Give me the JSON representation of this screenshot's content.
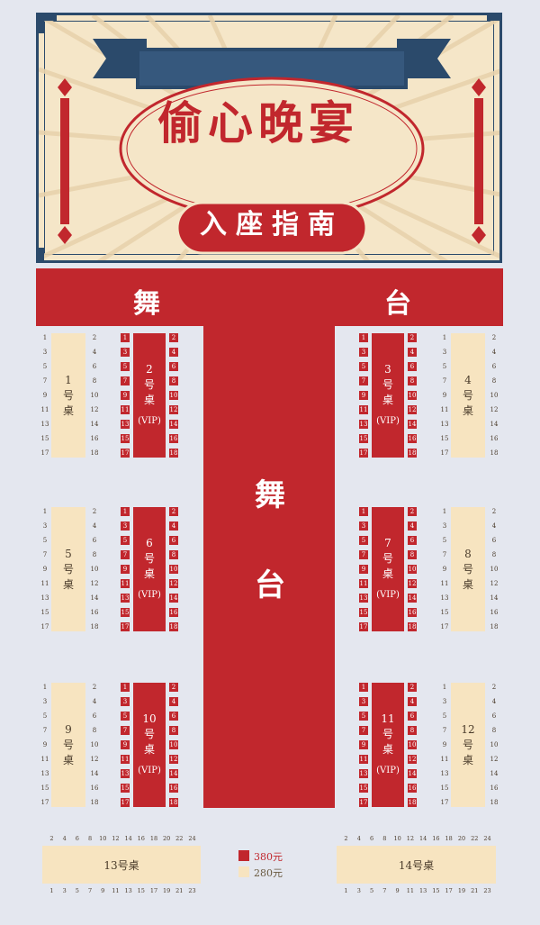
{
  "header": {
    "title": "偷心晚宴",
    "subtitle": "入座指南"
  },
  "stage": {
    "label_left": "舞",
    "label_right": "台",
    "runway_label": "舞台"
  },
  "colors": {
    "vip_red": "#c1272d",
    "regular_beige": "#f7e4c0",
    "navy": "#2b4a6b",
    "background": "#e4e7ef"
  },
  "tables": [
    {
      "id": "1",
      "number": "1",
      "suffix": "号桌",
      "vip": false,
      "seats_left": [
        "1",
        "3",
        "5",
        "7",
        "9",
        "11",
        "13",
        "15",
        "17"
      ],
      "seats_right": [
        "2",
        "4",
        "6",
        "8",
        "10",
        "12",
        "14",
        "16",
        "18"
      ]
    },
    {
      "id": "2",
      "number": "2",
      "suffix": "号桌",
      "vip": true,
      "vip_label": "(VIP)",
      "seats_left": [
        "1",
        "3",
        "5",
        "7",
        "9",
        "11",
        "13",
        "15",
        "17"
      ],
      "seats_right": [
        "2",
        "4",
        "6",
        "8",
        "10",
        "12",
        "14",
        "16",
        "18"
      ]
    },
    {
      "id": "3",
      "number": "3",
      "suffix": "号桌",
      "vip": true,
      "vip_label": "(VIP)",
      "seats_left": [
        "1",
        "3",
        "5",
        "7",
        "9",
        "11",
        "13",
        "15",
        "17"
      ],
      "seats_right": [
        "2",
        "4",
        "6",
        "8",
        "10",
        "12",
        "14",
        "16",
        "18"
      ]
    },
    {
      "id": "4",
      "number": "4",
      "suffix": "号桌",
      "vip": false,
      "seats_left": [
        "1",
        "3",
        "5",
        "7",
        "9",
        "11",
        "13",
        "15",
        "17"
      ],
      "seats_right": [
        "2",
        "4",
        "6",
        "8",
        "10",
        "12",
        "14",
        "16",
        "18"
      ]
    },
    {
      "id": "5",
      "number": "5",
      "suffix": "号桌",
      "vip": false,
      "seats_left": [
        "1",
        "3",
        "5",
        "7",
        "9",
        "11",
        "13",
        "15",
        "17"
      ],
      "seats_right": [
        "2",
        "4",
        "6",
        "8",
        "10",
        "12",
        "14",
        "16",
        "18"
      ]
    },
    {
      "id": "6",
      "number": "6",
      "suffix": "号桌",
      "vip": true,
      "vip_label": "(VIP)",
      "seats_left": [
        "1",
        "3",
        "5",
        "7",
        "9",
        "11",
        "13",
        "15",
        "17"
      ],
      "seats_right": [
        "2",
        "4",
        "6",
        "8",
        "10",
        "12",
        "14",
        "16",
        "18"
      ]
    },
    {
      "id": "7",
      "number": "7",
      "suffix": "号桌",
      "vip": true,
      "vip_label": "(VIP)",
      "seats_left": [
        "1",
        "3",
        "5",
        "7",
        "9",
        "11",
        "13",
        "15",
        "17"
      ],
      "seats_right": [
        "2",
        "4",
        "6",
        "8",
        "10",
        "12",
        "14",
        "16",
        "18"
      ]
    },
    {
      "id": "8",
      "number": "8",
      "suffix": "号桌",
      "vip": false,
      "seats_left": [
        "1",
        "3",
        "5",
        "7",
        "9",
        "11",
        "13",
        "15",
        "17"
      ],
      "seats_right": [
        "2",
        "4",
        "6",
        "8",
        "10",
        "12",
        "14",
        "16",
        "18"
      ]
    },
    {
      "id": "9",
      "number": "9",
      "suffix": "号桌",
      "vip": false,
      "seats_left": [
        "1",
        "3",
        "5",
        "7",
        "9",
        "11",
        "13",
        "15",
        "17"
      ],
      "seats_right": [
        "2",
        "4",
        "6",
        "8",
        "10",
        "12",
        "14",
        "16",
        "18"
      ]
    },
    {
      "id": "10",
      "number": "10",
      "suffix": "号桌",
      "vip": true,
      "vip_label": "(VIP)",
      "seats_left": [
        "1",
        "3",
        "5",
        "7",
        "9",
        "11",
        "13",
        "15",
        "17"
      ],
      "seats_right": [
        "2",
        "4",
        "6",
        "8",
        "10",
        "12",
        "14",
        "16",
        "18"
      ]
    },
    {
      "id": "11",
      "number": "11",
      "suffix": "号桌",
      "vip": true,
      "vip_label": "(VIP)",
      "seats_left": [
        "1",
        "3",
        "5",
        "7",
        "9",
        "11",
        "13",
        "15",
        "17"
      ],
      "seats_right": [
        "2",
        "4",
        "6",
        "8",
        "10",
        "12",
        "14",
        "16",
        "18"
      ]
    },
    {
      "id": "12",
      "number": "12",
      "suffix": "号桌",
      "vip": false,
      "seats_left": [
        "1",
        "3",
        "5",
        "7",
        "9",
        "11",
        "13",
        "15",
        "17"
      ],
      "seats_right": [
        "2",
        "4",
        "6",
        "8",
        "10",
        "12",
        "14",
        "16",
        "18"
      ]
    }
  ],
  "long_tables": [
    {
      "id": "13",
      "label": "13号桌",
      "seats_top": [
        "2",
        "4",
        "6",
        "8",
        "10",
        "12",
        "14",
        "16",
        "18",
        "20",
        "22",
        "24"
      ],
      "seats_bottom": [
        "1",
        "3",
        "5",
        "7",
        "9",
        "11",
        "13",
        "15",
        "17",
        "19",
        "21",
        "23"
      ]
    },
    {
      "id": "14",
      "label": "14号桌",
      "seats_top": [
        "2",
        "4",
        "6",
        "8",
        "10",
        "12",
        "14",
        "16",
        "18",
        "20",
        "22",
        "24"
      ],
      "seats_bottom": [
        "1",
        "3",
        "5",
        "7",
        "9",
        "11",
        "13",
        "15",
        "17",
        "19",
        "21",
        "23"
      ]
    }
  ],
  "legend": [
    {
      "price": "380元",
      "color": "#c1272d"
    },
    {
      "price": "280元",
      "color": "#f7e4c0"
    }
  ]
}
